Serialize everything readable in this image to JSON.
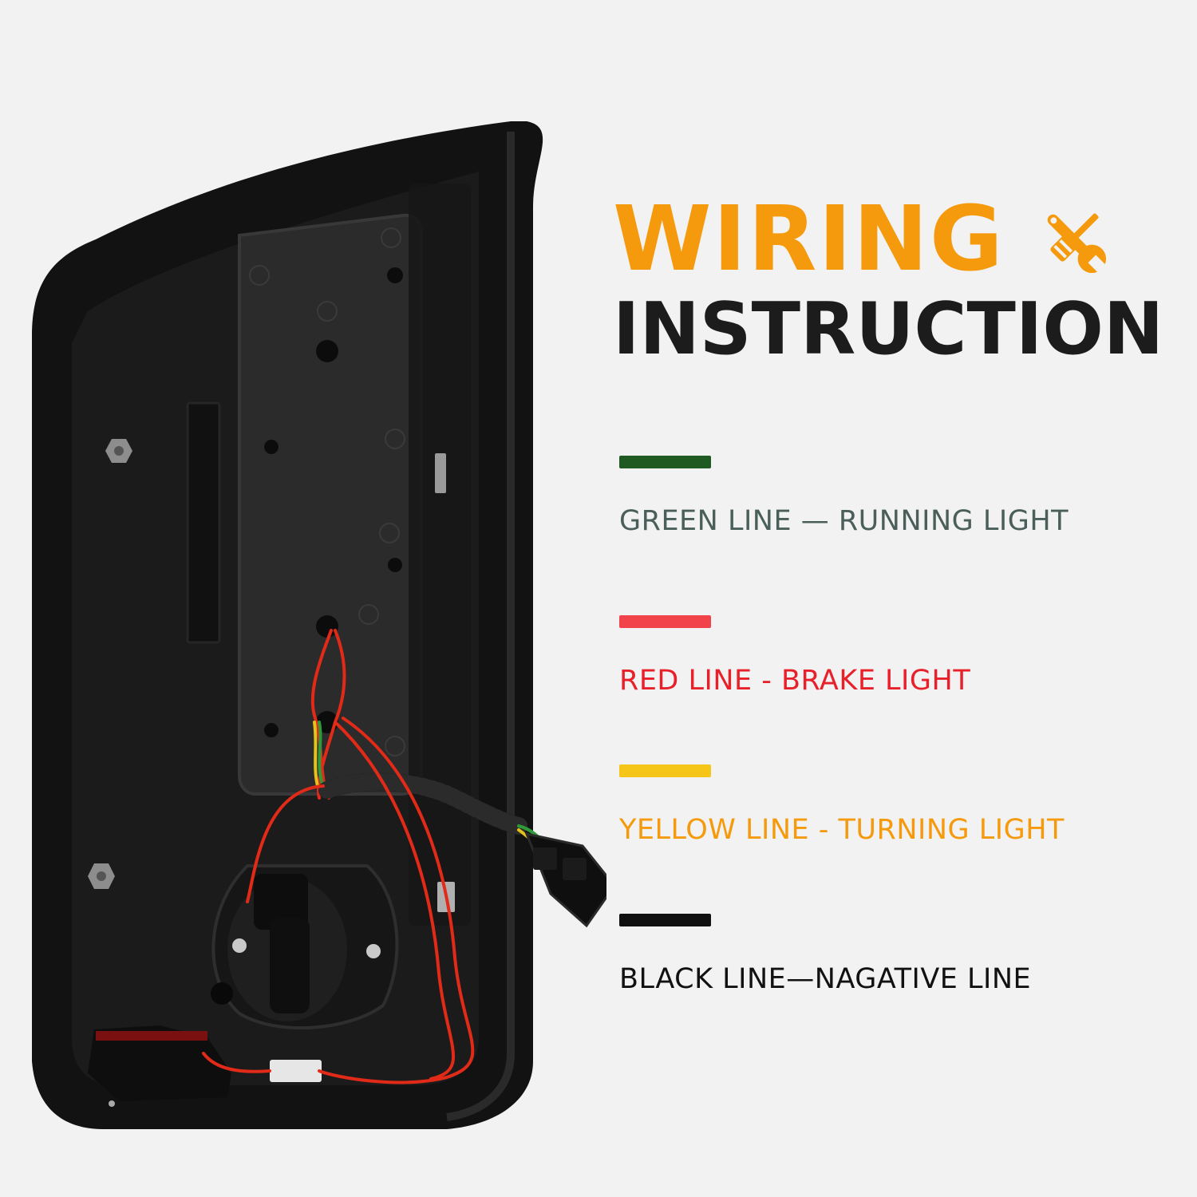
{
  "title": {
    "line1": "WIRING",
    "line2": "INSTRUCTION",
    "icon": "wrench-screwdriver-icon"
  },
  "legend": [
    {
      "name": "green",
      "label": "GREEN LINE — RUNNING LIGHT",
      "swatch_color": "#1f5a22",
      "text_color": "#4a5f5a"
    },
    {
      "name": "red",
      "label": "RED LINE - BRAKE LIGHT",
      "swatch_color": "#f2434a",
      "text_color": "#e8202a"
    },
    {
      "name": "yellow",
      "label": "YELLOW LINE - TURNING LIGHT",
      "swatch_color": "#f5c518",
      "text_color": "#f59a0c"
    },
    {
      "name": "black",
      "label": "BLACK LINE—NAGATIVE LINE",
      "swatch_color": "#111111",
      "text_color": "#111111"
    }
  ],
  "colors": {
    "accent": "#f59a0c",
    "background": "#f2f2f2",
    "heading_dark": "#1c1c1c"
  }
}
